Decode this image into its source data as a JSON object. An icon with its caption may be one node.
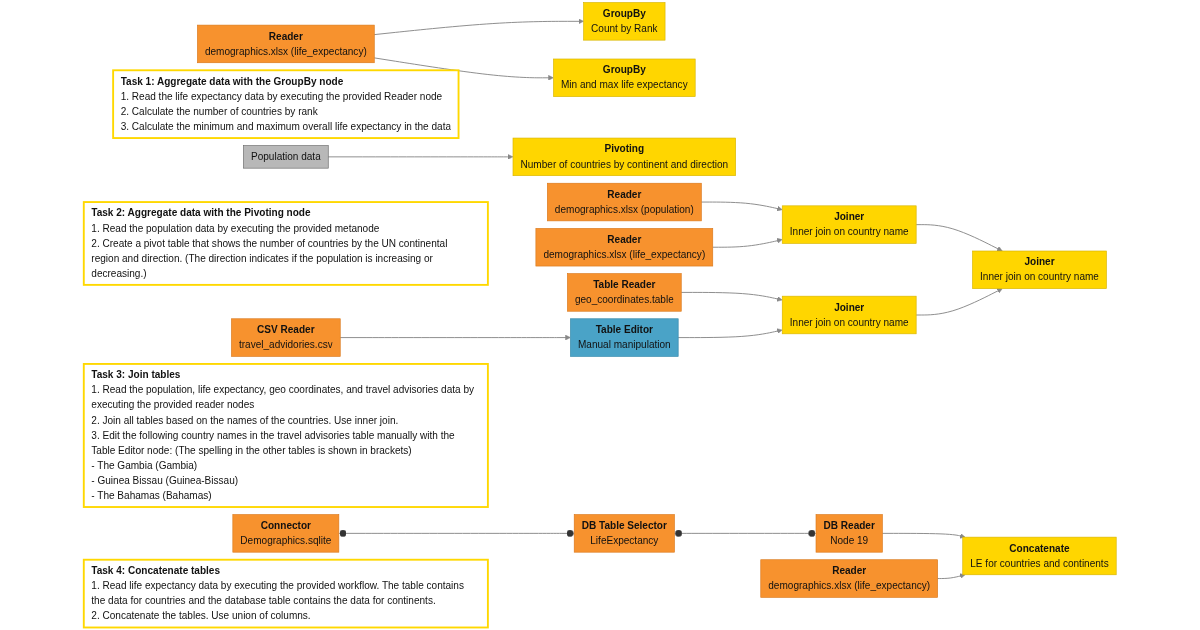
{
  "diagram": {
    "nodes": [
      {
        "text": [
          "Task 1: Aggregate data with the GroupBy node",
          "1. Read the life expectancy data by executing the provided Reader node",
          "2. Calculate the number of countries by rank",
          "3. Calculate the minimum and maximum overall life expectancy in the data"
        ]
      },
      {
        "text": [
          "Reader",
          "demographics.xlsx (life_expectancy)"
        ]
      },
      {
        "text": [
          "GroupBy",
          "Count by Rank"
        ]
      },
      {
        "text": [
          "GroupBy",
          "Min and max life expectancy"
        ]
      },
      {
        "text": [
          "Task 2: Aggregate data with the Pivoting node",
          "1. Read the population data by executing the provided metanode",
          "2. Create a pivot table that shows the number of countries by the UN continental region and direction. (The direction indicates if the population is increasing or decreasing.)"
        ]
      },
      {
        "text": [
          "Population data"
        ]
      },
      {
        "text": [
          "Pivoting",
          "Number of countries by continent and direction"
        ]
      },
      {
        "text": [
          "Task 3: Join tables",
          "1. Read the population, life expectancy, geo coordinates, and travel advisories data by executing the provided reader nodes",
          "2. Join all tables based on the names of the countries. Use inner join.",
          "3. Edit the following country names in the travel advisories table manually with the Table Editor node: (The spelling in the other tables is shown in brackets)",
          "- The Gambia (Gambia)",
          "- Guinea Bissau (Guinea-Bissau)",
          "- The Bahamas (Bahamas)"
        ]
      },
      {
        "text": [
          "Reader",
          "demographics.xlsx (population)"
        ]
      },
      {
        "text": [
          "Joiner",
          "Inner join on country name"
        ]
      },
      {
        "text": [
          "Reader",
          "demographics.xlsx (life_expectancy)"
        ]
      },
      {
        "text": [
          "Joiner",
          "Inner join on country name"
        ]
      },
      {
        "text": [
          "Table Reader",
          "geo_coordinates.table"
        ]
      },
      {
        "text": [
          "Joiner",
          "Inner join on country name"
        ]
      },
      {
        "text": [
          "Table Editor",
          "Manual manipulation"
        ]
      },
      {
        "text": [
          "CSV Reader",
          "travel_advidories.csv"
        ]
      },
      {
        "text": [
          "Task 4: Concatenate tables",
          "1. Read life expectancy data by executing the provided workflow. The table contains the data for countries and the database table contains the data for continents.",
          "2. Concatenate the tables. Use union of columns."
        ]
      },
      {
        "text": [
          "Connector",
          "Demographics.sqlite"
        ]
      },
      {
        "text": [
          "DB Table Selector",
          "LifeExpectancy"
        ]
      },
      {
        "text": [
          "DB Reader",
          "Node 19"
        ]
      },
      {
        "text": [
          "Concatenate",
          "LE for countries and continents"
        ]
      },
      {
        "text": [
          "Reader",
          "demographics.xlsx (life_expectancy)"
        ]
      }
    ],
    "edges": [
      {
        "from": 1,
        "to": 2,
        "arrow": "to"
      },
      {
        "from": 1,
        "to": 3,
        "arrow": "to"
      },
      {
        "from": 5,
        "to": 6,
        "arrow": "to"
      },
      {
        "from": 8,
        "to": 9,
        "arrow": "to"
      },
      {
        "from": 10,
        "to": 9,
        "arrow": "to"
      },
      {
        "from": 9,
        "to": 11,
        "arrow": "to"
      },
      {
        "from": 13,
        "to": 11,
        "arrow": "to"
      },
      {
        "from": 12,
        "to": 13,
        "arrow": "to"
      },
      {
        "from": 15,
        "to": 14,
        "arrow": "to"
      },
      {
        "from": 14,
        "to": 13,
        "arrow": "to"
      },
      {
        "from": 17,
        "to": 18,
        "arrow": "other"
      },
      {
        "from": 18,
        "to": 19,
        "arrow": "other"
      },
      {
        "from": 19,
        "to": 20,
        "arrow": "to"
      },
      {
        "from": 21,
        "to": 20,
        "arrow": "to"
      }
    ]
  }
}
